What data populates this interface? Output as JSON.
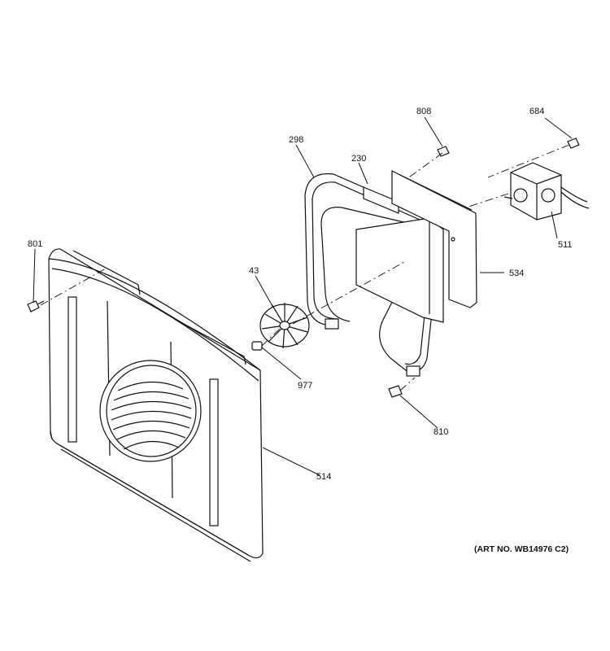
{
  "callouts": [
    {
      "id": "808",
      "label": "808"
    },
    {
      "id": "684",
      "label": "684"
    },
    {
      "id": "298",
      "label": "298"
    },
    {
      "id": "230",
      "label": "230"
    },
    {
      "id": "801",
      "label": "801"
    },
    {
      "id": "43",
      "label": "43"
    },
    {
      "id": "511",
      "label": "511"
    },
    {
      "id": "534",
      "label": "534"
    },
    {
      "id": "977",
      "label": "977"
    },
    {
      "id": "810",
      "label": "810"
    },
    {
      "id": "514",
      "label": "514"
    }
  ],
  "art_number": "(ART NO. WB14976 C2)"
}
